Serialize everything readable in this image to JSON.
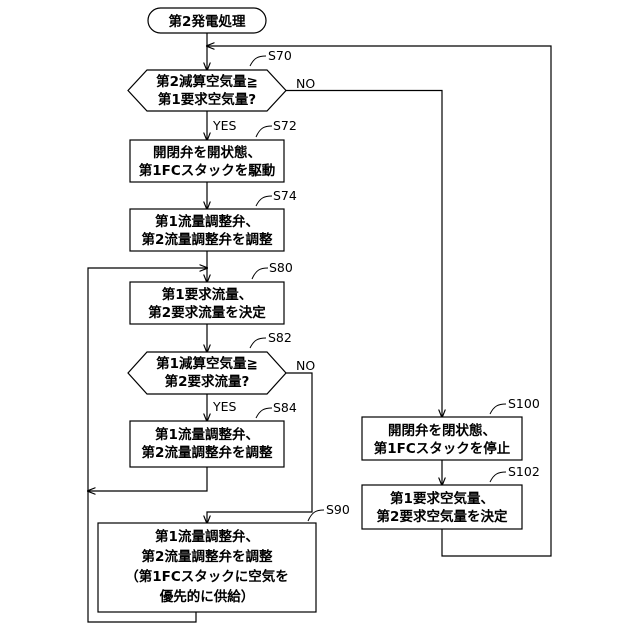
{
  "start": {
    "label": "第2発電処理"
  },
  "nodes": {
    "s70": {
      "step": "S70",
      "lines": [
        "第2減算空気量≧",
        "第1要求空気量?"
      ]
    },
    "s72": {
      "step": "S72",
      "lines": [
        "開閉弁を開状態、",
        "第1FCスタックを駆動"
      ]
    },
    "s74": {
      "step": "S74",
      "lines": [
        "第1流量調整弁、",
        "第2流量調整弁を調整"
      ]
    },
    "s80": {
      "step": "S80",
      "lines": [
        "第1要求流量、",
        "第2要求流量を決定"
      ]
    },
    "s82": {
      "step": "S82",
      "lines": [
        "第1減算空気量≧",
        "第2要求流量?"
      ]
    },
    "s84": {
      "step": "S84",
      "lines": [
        "第1流量調整弁、",
        "第2流量調整弁を調整"
      ]
    },
    "s90": {
      "step": "S90",
      "lines": [
        "第1流量調整弁、",
        "第2流量調整弁を調整",
        "（第1FCスタックに空気を",
        "優先的に供給）"
      ]
    },
    "s100": {
      "step": "S100",
      "lines": [
        "開閉弁を閉状態、",
        "第1FCスタックを停止"
      ]
    },
    "s102": {
      "step": "S102",
      "lines": [
        "第1要求空気量、",
        "第2要求空気量を決定"
      ]
    }
  },
  "branch_labels": {
    "s70_yes": "YES",
    "s70_no": "NO",
    "s82_yes": "YES",
    "s82_no": "NO"
  }
}
